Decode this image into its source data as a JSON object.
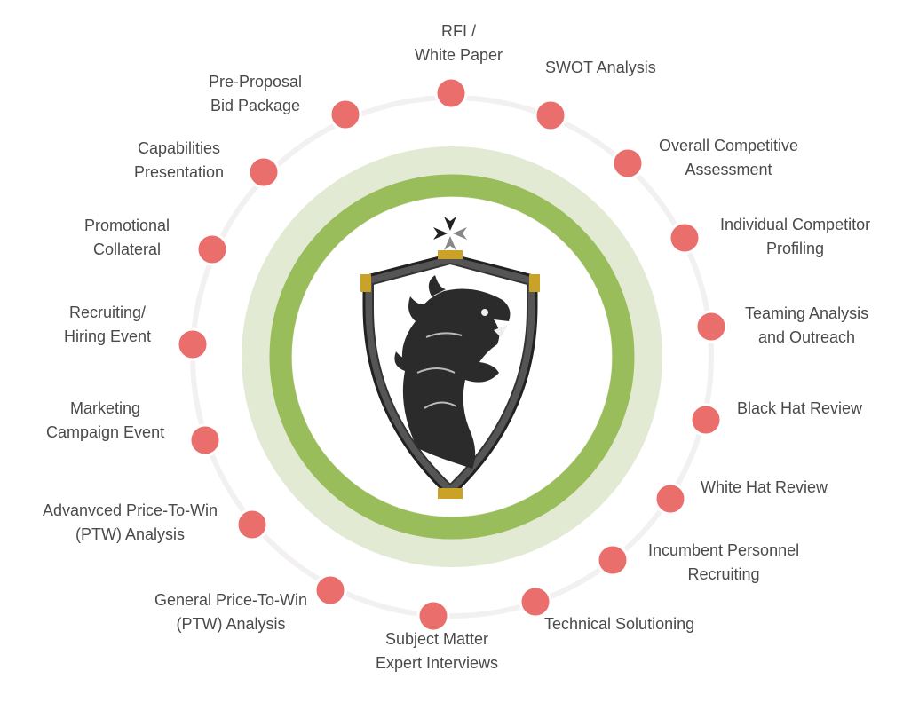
{
  "diagram": {
    "colors": {
      "outer_ring": "#f2f0f1",
      "light_green_ring": "#e2ead3",
      "green_ring": "#99bd5a",
      "node": "#ea6e6c",
      "node_border": "#ffffff",
      "text": "#4a4a4a"
    },
    "center": {
      "graphic": "shield-dragon-crest-icon"
    },
    "items": [
      {
        "label": "RFI /\nWhite Paper"
      },
      {
        "label": "SWOT Analysis"
      },
      {
        "label": "Overall Competitive\nAssessment"
      },
      {
        "label": "Individual Competitor\nProfiling"
      },
      {
        "label": "Teaming Analysis\nand Outreach"
      },
      {
        "label": "Black Hat Review"
      },
      {
        "label": "White Hat Review"
      },
      {
        "label": "Incumbent Personnel\nRecruiting"
      },
      {
        "label": "Technical Solutioning"
      },
      {
        "label": "Subject Matter\nExpert Interviews"
      },
      {
        "label": "General Price-To-Win\n(PTW) Analysis"
      },
      {
        "label": "Advanvced Price-To-Win\n(PTW) Analysis"
      },
      {
        "label": "Marketing\nCampaign Event"
      },
      {
        "label": "Recruiting/\nHiring Event"
      },
      {
        "label": "Promotional\nCollateral"
      },
      {
        "label": "Capabilities\nPresentation"
      },
      {
        "label": "Pre-Proposal\nBid Package"
      }
    ]
  }
}
